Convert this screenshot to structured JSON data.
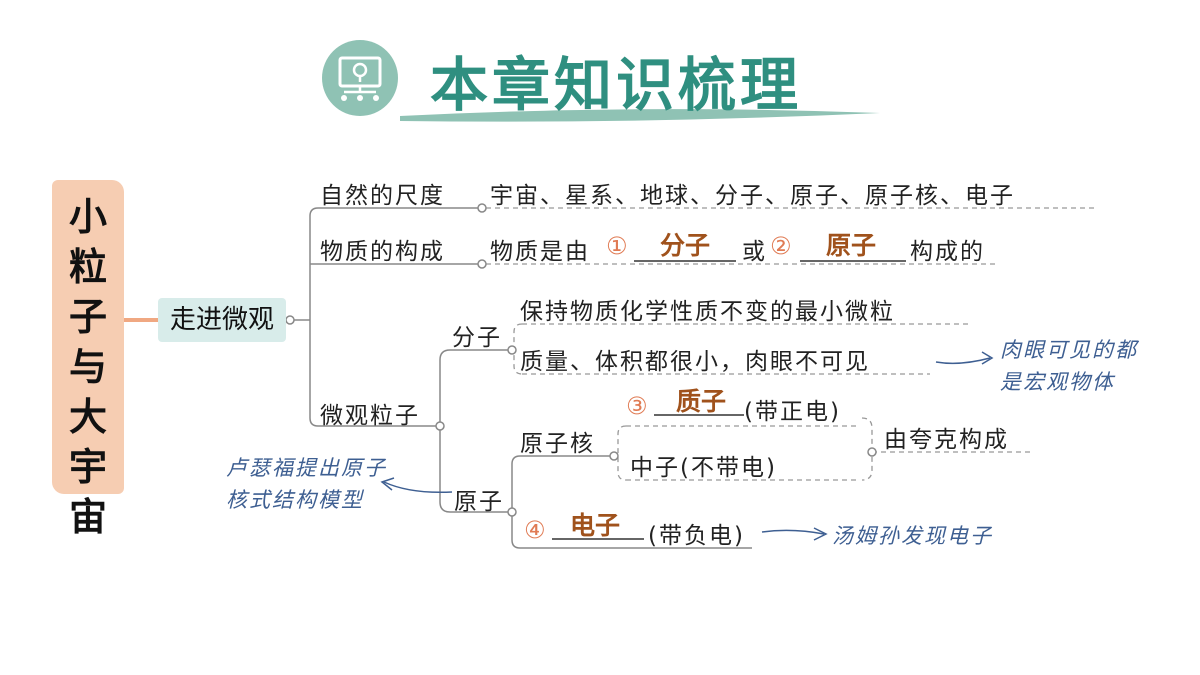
{
  "title": "本章知识梳理",
  "root": "小粒子与大宇宙",
  "center": "走进微观",
  "branches": {
    "scale": {
      "label": "自然的尺度",
      "content": "宇宙、星系、地球、分子、原子、原子核、电子"
    },
    "composition": {
      "label": "物质的构成",
      "prefix": "物质是由",
      "num1": "①",
      "ans1": "分子",
      "mid": "或",
      "num2": "②",
      "ans2": "原子",
      "suffix": "构成的"
    },
    "micro": {
      "label": "微观粒子"
    }
  },
  "molecule": {
    "label": "分子",
    "fact1": "保持物质化学性质不变的最小微粒",
    "fact2": "质量、体积都很小，肉眼不可见",
    "note": [
      "肉眼可见的都",
      "是宏观物体"
    ]
  },
  "atom": {
    "label": "原子",
    "nucleus": "原子核",
    "num3": "③",
    "ans3": "质子",
    "proton_charge": "(带正电)",
    "neutron": "中子(不带电)",
    "quark": "由夸克构成",
    "num4": "④",
    "ans4": "电子",
    "electron_charge": "(带负电)",
    "rutherford": [
      "卢瑟福提出原子",
      "核式结构模型"
    ],
    "thomson": "汤姆孙发现电子"
  },
  "colors": {
    "title": "#2f8f80",
    "answer": "#a0521c",
    "number": "#e07b54",
    "note": "#3e5f92",
    "banner": "#f6cdb2",
    "center": "#d8ecea"
  }
}
